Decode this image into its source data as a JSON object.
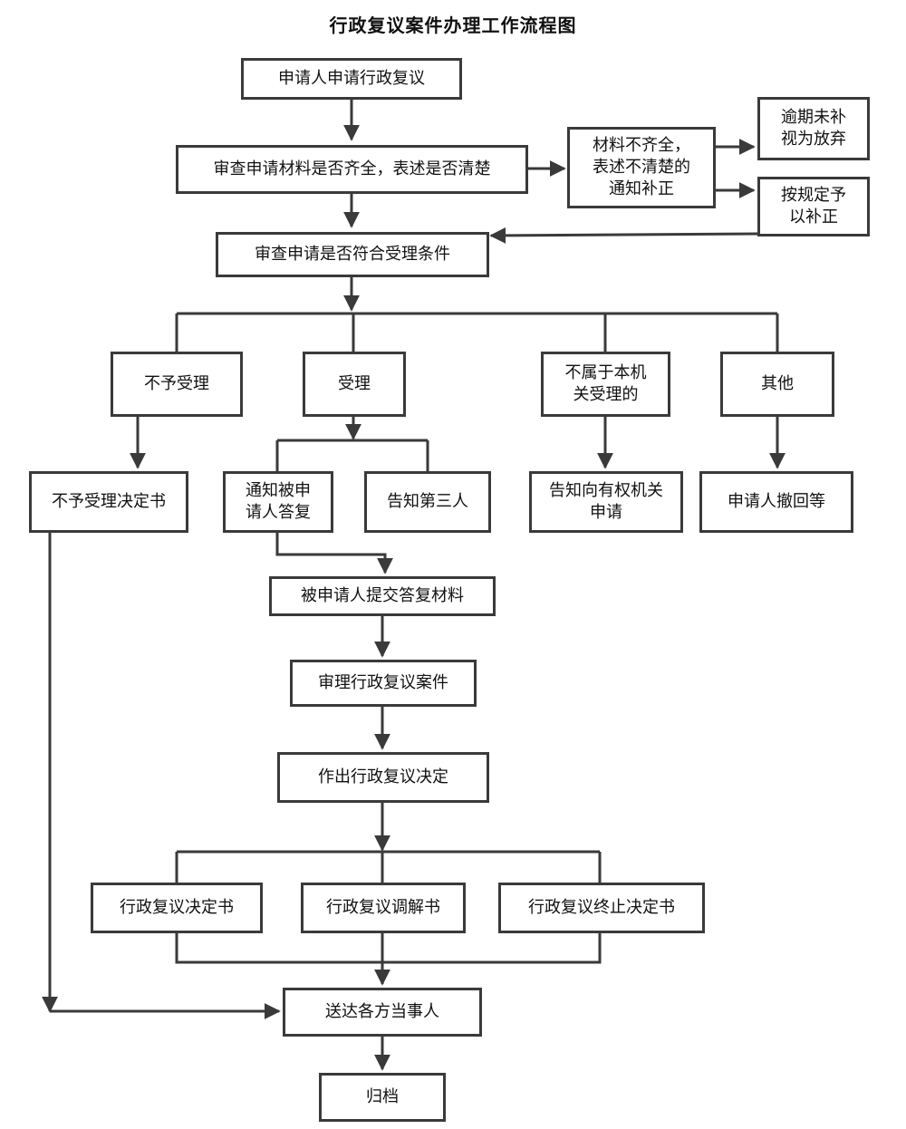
{
  "title": "行政复议案件办理工作流程图",
  "colors": {
    "line": "#3a3a3a",
    "box_border": "#3a3a3a",
    "background": "#ffffff",
    "text": "#111111"
  },
  "nodes": {
    "apply": "申请人申请行政复议",
    "review_materials": "审查申请材料是否齐全，表述是否清楚",
    "incomplete": [
      "材料不齐全，",
      "表述不清楚的",
      "通知补正"
    ],
    "overdue": [
      "逾期未补",
      "视为放弃"
    ],
    "supplement": [
      "按规定予",
      "以补正"
    ],
    "review_conditions": "审查申请是否符合受理条件",
    "not_accepted": "不予受理",
    "accepted": "受理",
    "not_this_agency": [
      "不属于本机",
      "关受理的"
    ],
    "others": "其他",
    "rejection_decision": "不予受理决定书",
    "notify_respondent": [
      "通知被申",
      "请人答复"
    ],
    "notify_third_party": "告知第三人",
    "inform_authority": [
      "告知向有权机关",
      "申请"
    ],
    "withdraw": "申请人撤回等",
    "respondent_submits": "被申请人提交答复材料",
    "hear_case": "审理行政复议案件",
    "make_decision": "作出行政复议决定",
    "decision_doc": "行政复议决定书",
    "mediation_doc": "行政复议调解书",
    "termination_doc": "行政复议终止决定书",
    "deliver": "送达各方当事人",
    "archive": "归档"
  }
}
